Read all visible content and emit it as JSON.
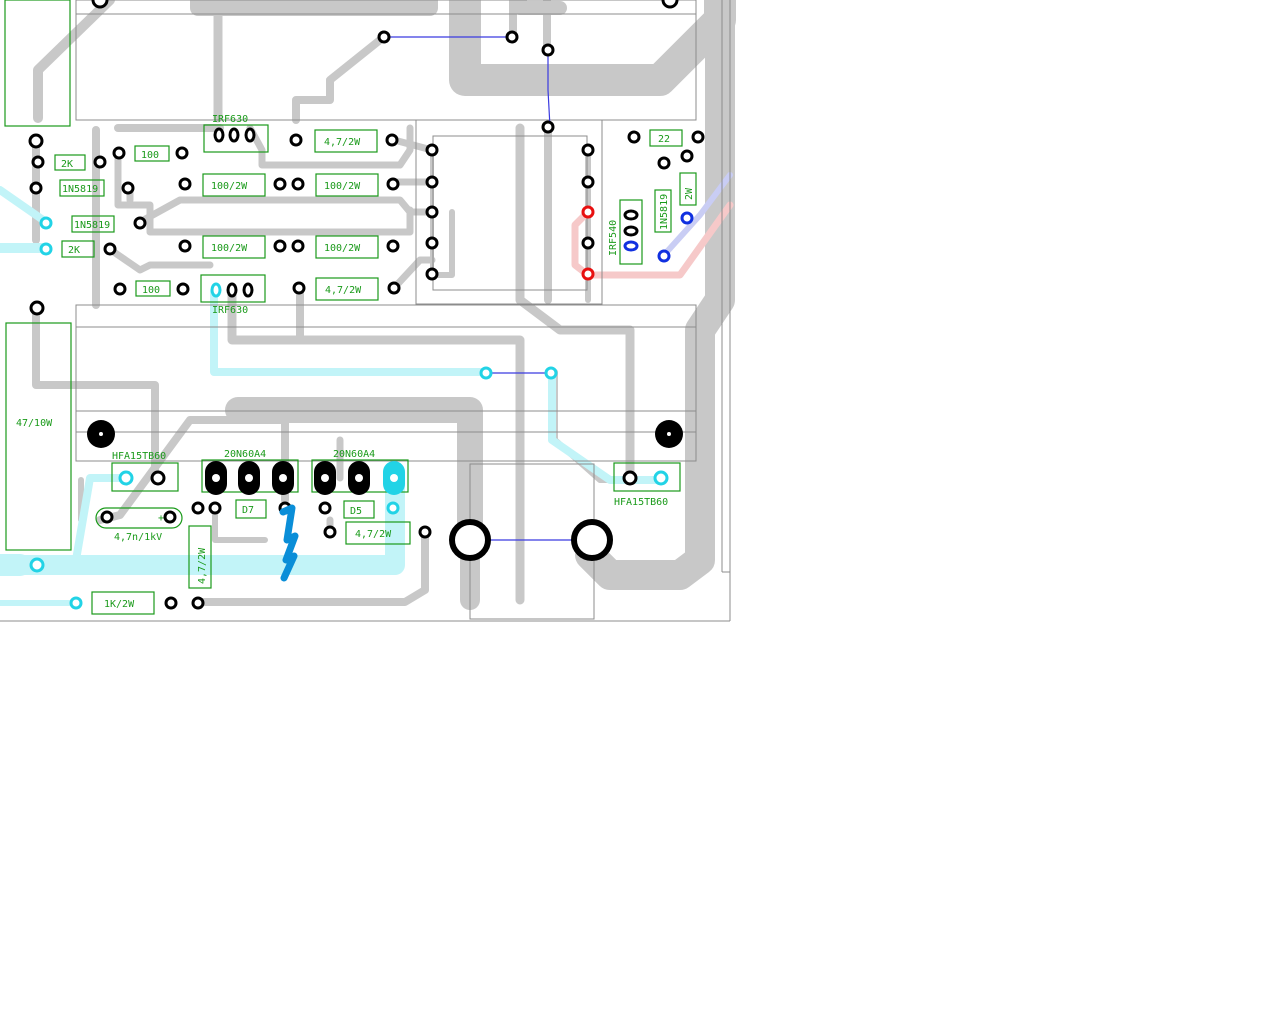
{
  "colors": {
    "trace": "#c8c8c8",
    "trace_cyan": "#c2f4f8",
    "trace_pink": "#f6c9c9",
    "trace_lavender": "#c9cdf4",
    "outline": "#8c8c8c",
    "silk": "#1a9a1a",
    "pad": "#000000",
    "pad_cyan": "#22d3e6",
    "pad_red": "#e81010",
    "pad_blue": "#1030e0",
    "jumper": "#3a3ae0",
    "marker": "#0a8ed8"
  },
  "labels": {
    "irf630_top": "IRF630",
    "irf630_bottom": "IRF630",
    "r_100_a": "100",
    "r_100_b": "100",
    "r_2k_a": "2K",
    "r_2k_b": "2K",
    "d_1n5819_a": "1N5819",
    "d_1n5819_b": "1N5819",
    "r_100_2w_1": "100/2W",
    "r_100_2w_2": "100/2W",
    "r_100_2w_3": "100/2W",
    "r_100_2w_4": "100/2W",
    "r_4_7_2w_a": "4,7/2W",
    "r_4_7_2w_b": "4,7/2W",
    "r_4_7_2w_c": "4,7/2W",
    "r_4_7_2w_v": "4,7/2W",
    "r_22": "22",
    "d_1n5819_v": "1N5819",
    "r_2w_v": "2W",
    "irf540": "IRF540",
    "r_47_10w": "47/10W",
    "hfa_left": "HFA15TB60",
    "hfa_right": "HFA15TB60",
    "igbt_1": "20N60A4",
    "igbt_2": "20N60A4",
    "d7": "D7",
    "d5": "D5",
    "cap_4_7n": "4,7n/1kV",
    "cap_plus": "+",
    "r_1k_2w": "1K/2W"
  }
}
